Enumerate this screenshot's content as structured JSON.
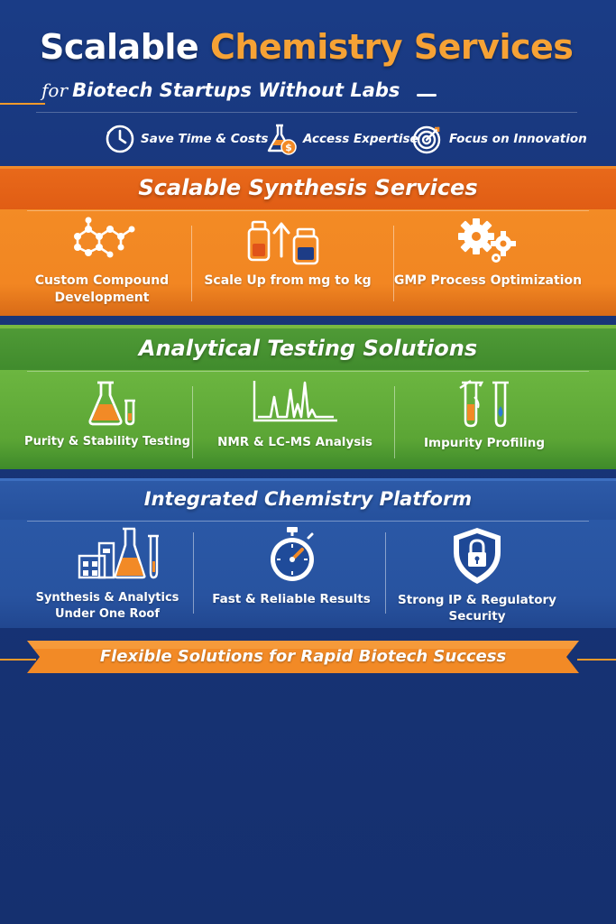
{
  "header": {
    "title_part1": "Scalable",
    "title_part2": "Chemistry Services",
    "subtitle_for": "for",
    "subtitle_rest": "Biotech Startups Without Labs"
  },
  "benefits": [
    {
      "label": "Save Time & Costs",
      "icon": "clock-icon"
    },
    {
      "label": "Access Expertise",
      "icon": "flask-dollar-icon"
    },
    {
      "label": "Focus on Innovation",
      "icon": "target-icon"
    }
  ],
  "sections": {
    "synthesis": {
      "heading": "Scalable Synthesis Services",
      "color": "#f28622",
      "items": [
        {
          "line1": "Custom Compound",
          "line2": "Development",
          "icon": "molecule-icon"
        },
        {
          "line1": "Scale Up from mg to kg",
          "line2": "",
          "icon": "scale-up-bottles-icon"
        },
        {
          "line1": "GMP Process Optimization",
          "line2": "",
          "icon": "gears-icon"
        }
      ]
    },
    "analytical": {
      "heading": "Analytical Testing Solutions",
      "color": "#5ba535",
      "items": [
        {
          "line1": "Purity & Stability Testing",
          "line2": "",
          "icon": "beaker-icon"
        },
        {
          "line1": "NMR & LC-MS Analysis",
          "line2": "",
          "icon": "spectrum-icon"
        },
        {
          "line1": "Impurity Profiling",
          "line2": "",
          "icon": "test-tube-icon"
        }
      ]
    },
    "platform": {
      "heading": "Integrated Chemistry Platform",
      "color": "#2853a0",
      "items": [
        {
          "line1": "Synthesis & Analytics",
          "line2": "Under One Roof",
          "icon": "lab-building-icon"
        },
        {
          "line1": "Fast & Reliable Results",
          "line2": "",
          "icon": "stopwatch-icon"
        },
        {
          "line1": "Strong IP & Regulatory",
          "line2": "Security",
          "icon": "shield-lock-icon"
        }
      ]
    }
  },
  "ribbon": {
    "text": "Flexible Solutions for Rapid Biotech Success",
    "color": "#f28a26"
  }
}
